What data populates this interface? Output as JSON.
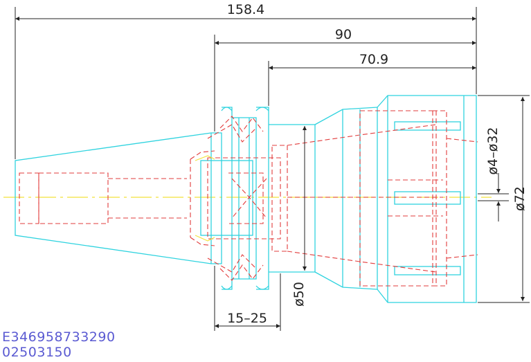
{
  "dimensions": {
    "overall_length": "158.4",
    "length_90": "90",
    "length_70_9": "70.9",
    "clamp_range": "15–25",
    "nut_diameter": "ø72",
    "collet_range": "ø4–ø32",
    "body_diameter": "ø50"
  },
  "codes": {
    "line1": "E346958733290",
    "line2": "02503150"
  },
  "colors": {
    "outline": "#2fd3df",
    "hidden": "#e23b3b",
    "centerline": "#f2e23a",
    "dimension": "#222222",
    "code_text": "#5a5ad2"
  }
}
